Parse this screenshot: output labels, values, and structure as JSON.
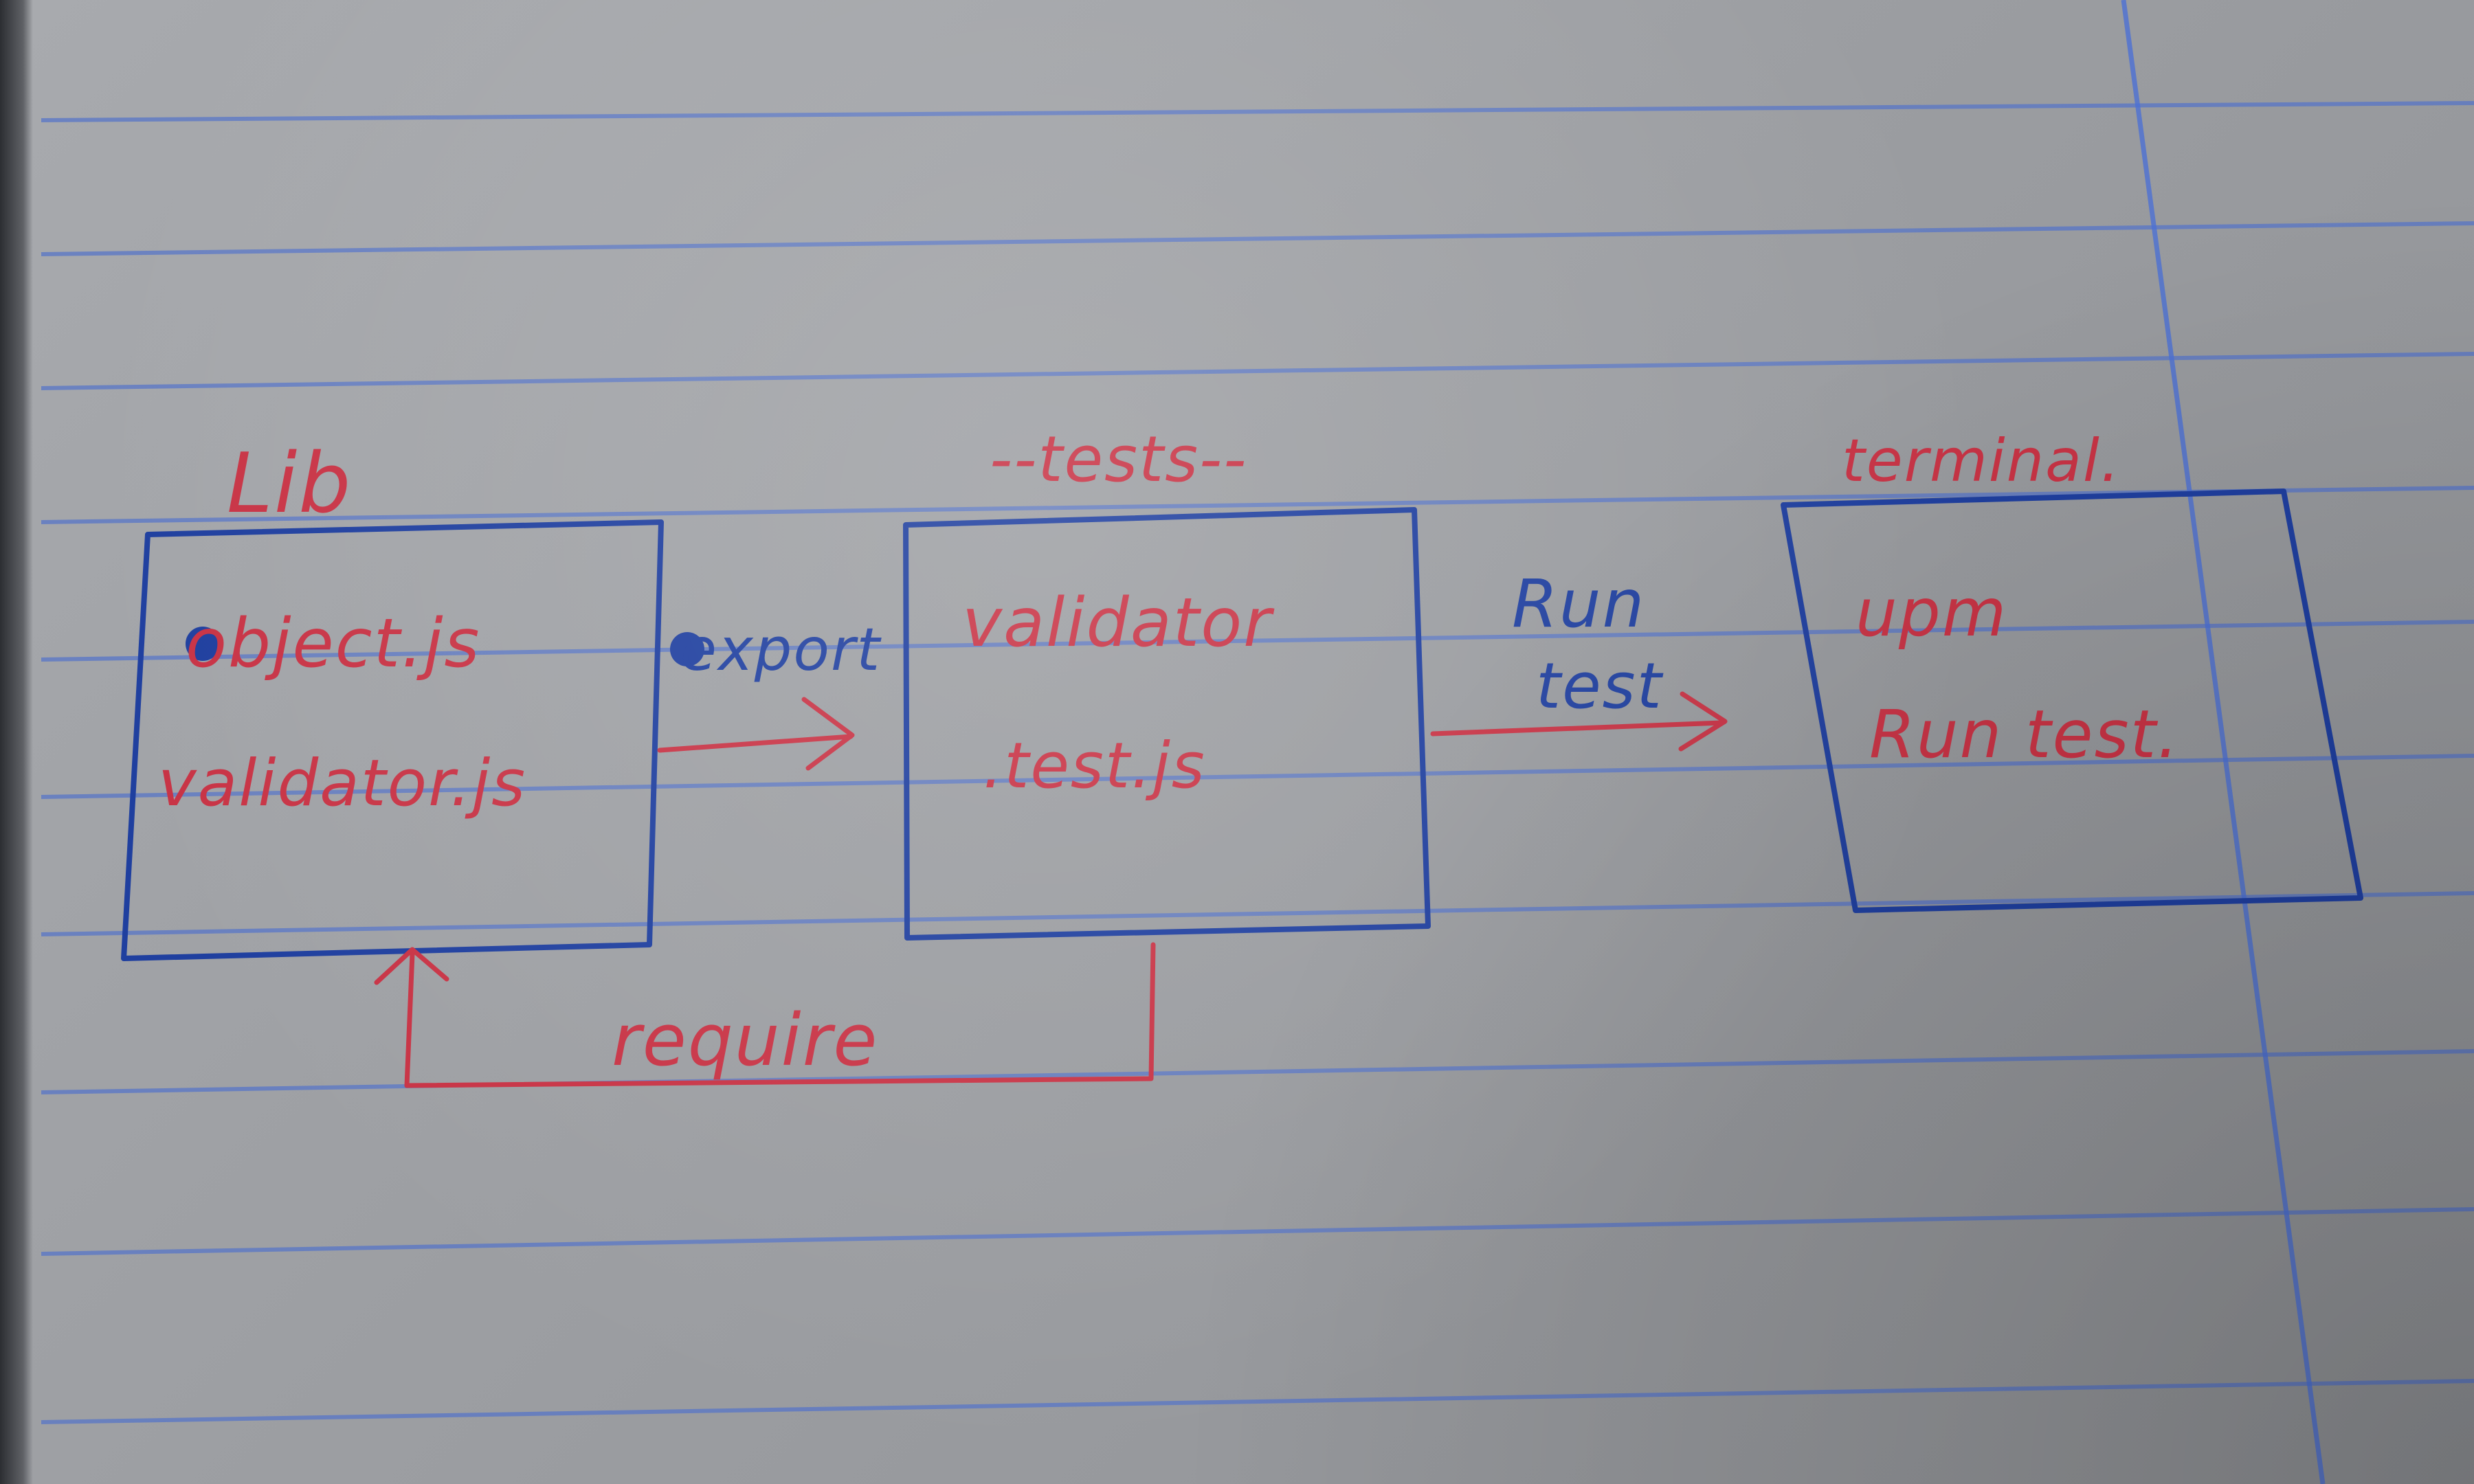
{
  "labels": {
    "lib_title": "Lib",
    "tests_title": "--tests--",
    "terminal_title": "terminal.",
    "lib_line_1": "object.js",
    "lib_line_2": "validator.js",
    "export_label": "export",
    "tests_line_1": "validator",
    "tests_line_2": ".test.js",
    "run_label_1": "Run",
    "run_label_2": "test",
    "terminal_line_1": "upm",
    "terminal_line_2": "Run test.",
    "require_label": "require"
  },
  "colors": {
    "paper": "#a8aaae",
    "rule_blue": "#5574c9",
    "ink_blue": "#1f3f9f",
    "ink_red": "#c83345"
  }
}
